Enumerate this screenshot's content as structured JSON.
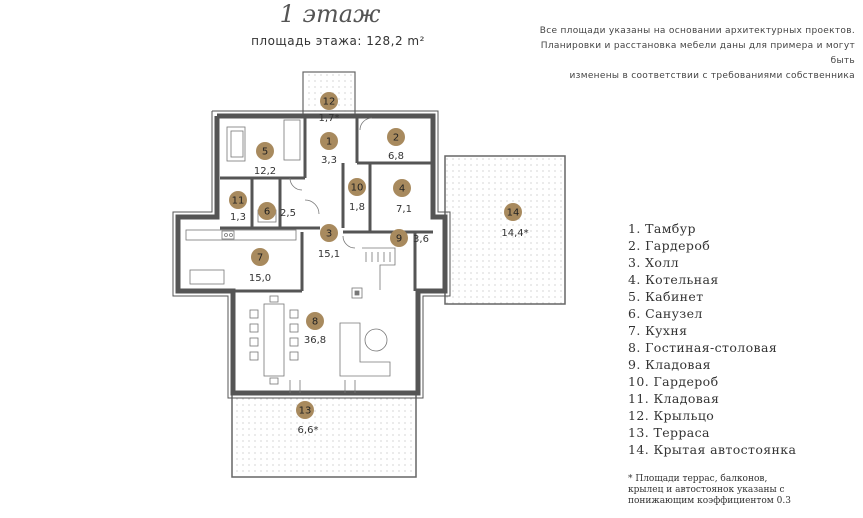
{
  "header": {
    "title": "1 этаж",
    "floor_area": "площадь этажа: 128,2 m²"
  },
  "disclaimer": [
    "Все площади указаны на основании архитектурных проектов.",
    "Планировки и расстановка мебели даны для примера и могут быть",
    "изменены в соответствии с требованиями собственника"
  ],
  "rooms": [
    {
      "num": "1",
      "area": "3,3"
    },
    {
      "num": "2",
      "area": "6,8"
    },
    {
      "num": "3",
      "area": "15,1"
    },
    {
      "num": "4",
      "area": "7,1"
    },
    {
      "num": "5",
      "area": "12,2"
    },
    {
      "num": "6",
      "area": "2,5"
    },
    {
      "num": "7",
      "area": "15,0"
    },
    {
      "num": "8",
      "area": "36,8"
    },
    {
      "num": "9",
      "area": "3,6"
    },
    {
      "num": "10",
      "area": "1,8"
    },
    {
      "num": "11",
      "area": "1,3"
    },
    {
      "num": "12",
      "area": "1,7*"
    },
    {
      "num": "13",
      "area": "6,6*"
    },
    {
      "num": "14",
      "area": "14,4*"
    }
  ],
  "legend": [
    "1. Тамбур",
    "2. Гардероб",
    "3. Холл",
    "4. Котельная",
    "5. Кабинет",
    "6. Санузел",
    "7. Кухня",
    "8. Гостиная-столовая",
    "9. Кладовая",
    "10. Гардероб",
    "11. Кладовая",
    "12. Крыльцо",
    "13. Терраса",
    "14. Крытая автостоянка"
  ],
  "footnote": [
    "* Площади террас, балконов,",
    "крылец и автостоянок указаны с",
    "понижающим коэффициентом 0.3"
  ],
  "colors": {
    "marker": "#a88a5e",
    "wall": "#555555",
    "text": "#333333"
  }
}
